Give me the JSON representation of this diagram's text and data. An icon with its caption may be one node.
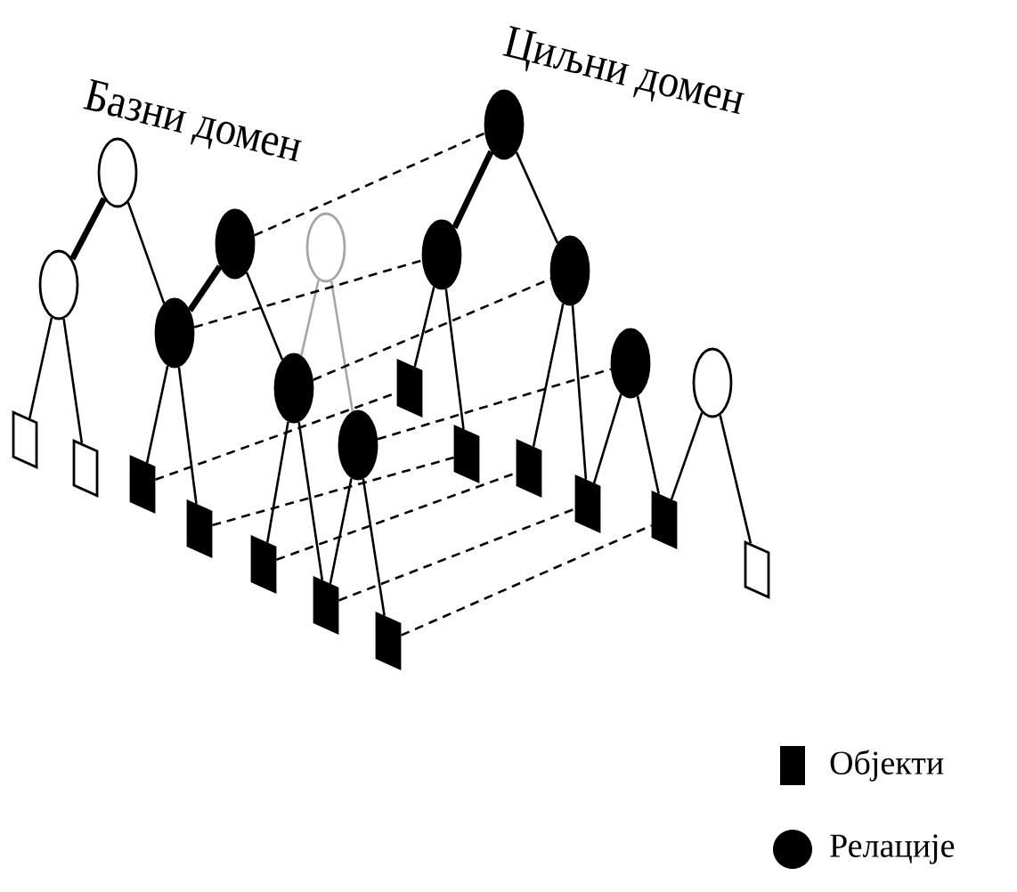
{
  "diagram": {
    "nodes": [
      {
        "text": [],
        "shape": "circle"
      },
      {
        "text": [],
        "shape": "circle"
      },
      {
        "text": [],
        "shape": "circle"
      },
      {
        "text": [],
        "shape": "circle"
      },
      {
        "text": [],
        "shape": "circle"
      },
      {
        "text": [],
        "shape": "circle"
      },
      {
        "text": [],
        "shape": "circle"
      },
      {
        "text": [],
        "shape": "box"
      },
      {
        "text": [],
        "shape": "box"
      },
      {
        "text": [],
        "shape": "box"
      },
      {
        "text": [],
        "shape": "box"
      },
      {
        "text": [],
        "shape": "box"
      },
      {
        "text": [],
        "shape": "box"
      },
      {
        "text": [],
        "shape": "box"
      },
      {
        "text": [],
        "shape": "circle"
      },
      {
        "text": [],
        "shape": "circle"
      },
      {
        "text": [],
        "shape": "circle"
      },
      {
        "text": [],
        "shape": "circle"
      },
      {
        "text": [],
        "shape": "circle"
      },
      {
        "text": [],
        "shape": "box"
      },
      {
        "text": [],
        "shape": "box"
      },
      {
        "text": [],
        "shape": "box"
      },
      {
        "text": [],
        "shape": "box"
      },
      {
        "text": [],
        "shape": "box"
      },
      {
        "text": [],
        "shape": "box"
      }
    ],
    "edges": [
      {
        "from": 0,
        "to": 1,
        "arrow": "none",
        "style": "thick"
      },
      {
        "from": 0,
        "to": 3,
        "arrow": "none"
      },
      {
        "from": 1,
        "to": 7,
        "arrow": "none"
      },
      {
        "from": 1,
        "to": 8,
        "arrow": "none"
      },
      {
        "from": 2,
        "to": 3,
        "arrow": "none",
        "style": "thick"
      },
      {
        "from": 2,
        "to": 5,
        "arrow": "none"
      },
      {
        "from": 3,
        "to": 9,
        "arrow": "none"
      },
      {
        "from": 3,
        "to": 10,
        "arrow": "none"
      },
      {
        "from": 4,
        "to": 5,
        "arrow": "none",
        "color": "#a6a6a6"
      },
      {
        "from": 4,
        "to": 6,
        "arrow": "none",
        "color": "#a6a6a6"
      },
      {
        "from": 5,
        "to": 11,
        "arrow": "none"
      },
      {
        "from": 5,
        "to": 12,
        "arrow": "none"
      },
      {
        "from": 6,
        "to": 12,
        "arrow": "none"
      },
      {
        "from": 6,
        "to": 13,
        "arrow": "none"
      },
      {
        "from": 14,
        "to": 15,
        "arrow": "none",
        "style": "thick"
      },
      {
        "from": 14,
        "to": 16,
        "arrow": "none"
      },
      {
        "from": 15,
        "to": 19,
        "arrow": "none"
      },
      {
        "from": 15,
        "to": 20,
        "arrow": "none"
      },
      {
        "from": 16,
        "to": 21,
        "arrow": "none"
      },
      {
        "from": 16,
        "to": 22,
        "arrow": "none"
      },
      {
        "from": 17,
        "to": 22,
        "arrow": "none"
      },
      {
        "from": 17,
        "to": 23,
        "arrow": "none"
      },
      {
        "from": 18,
        "to": 23,
        "arrow": "none"
      },
      {
        "from": 18,
        "to": 24,
        "arrow": "none"
      },
      {
        "from": 2,
        "to": 14,
        "arrow": "none",
        "style": "dashed"
      },
      {
        "from": 3,
        "to": 15,
        "arrow": "none",
        "style": "dashed"
      },
      {
        "from": 5,
        "to": 16,
        "arrow": "none",
        "style": "dashed"
      },
      {
        "from": 6,
        "to": 17,
        "arrow": "none",
        "style": "dashed"
      },
      {
        "from": 9,
        "to": 19,
        "arrow": "none",
        "style": "dashed"
      },
      {
        "from": 10,
        "to": 20,
        "arrow": "none",
        "style": "dashed"
      },
      {
        "from": 11,
        "to": 21,
        "arrow": "none",
        "style": "dashed"
      },
      {
        "from": 12,
        "to": 22,
        "arrow": "none",
        "style": "dashed"
      },
      {
        "from": 13,
        "to": 23,
        "arrow": "none",
        "style": "dashed"
      }
    ],
    "labels": [
      "Базни домен",
      "Циљни домен"
    ],
    "legend": [
      {
        "text": "Објекти",
        "color": "#000000"
      },
      {
        "text": "Релације",
        "color": "#000000"
      }
    ]
  }
}
